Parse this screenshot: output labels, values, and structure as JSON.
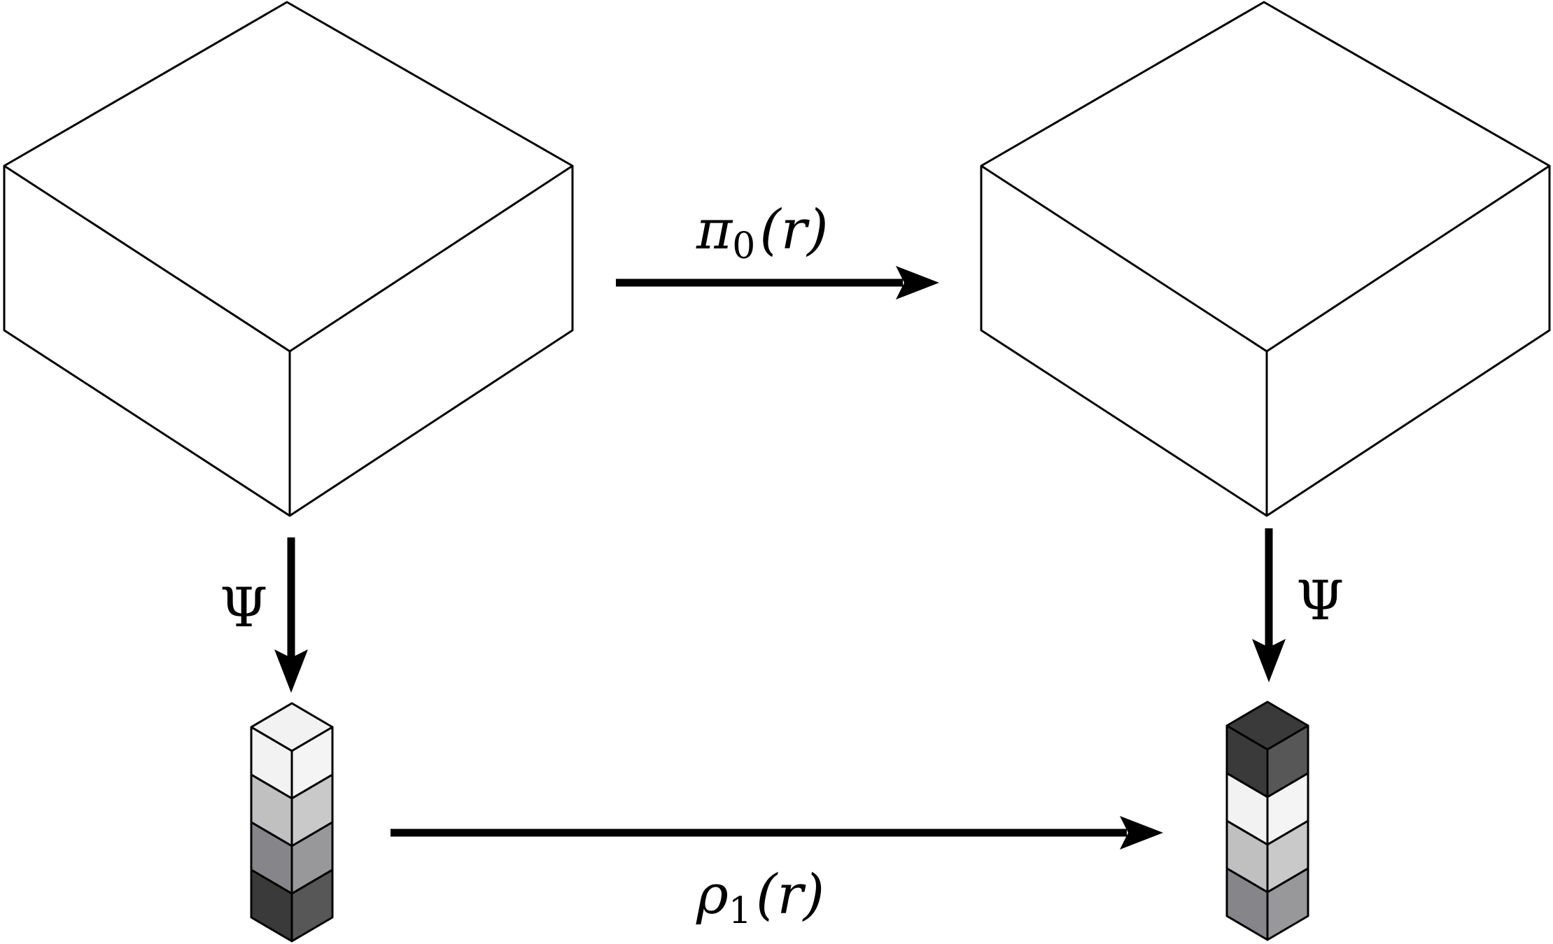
{
  "labels": {
    "top_arrow": {
      "sym": "π",
      "sub": "0",
      "arg": "(r)"
    },
    "bottom_arrow": {
      "sym": "ρ",
      "sub": "1",
      "arg": "(r)"
    },
    "left_down": "Ψ",
    "right_down": "Ψ"
  },
  "fibers": {
    "left_colors_top_to_bottom": [
      "#f2f2f2",
      "#c0c0c0",
      "#86868a",
      "#3a3a3a"
    ],
    "right_colors_top_to_bottom": [
      "#3a3a3a",
      "#f2f2f2",
      "#c0c0c0",
      "#86868a"
    ]
  },
  "colors": {
    "stroke": "#000000",
    "background": "#ffffff",
    "pattern_fill": "#000000"
  }
}
